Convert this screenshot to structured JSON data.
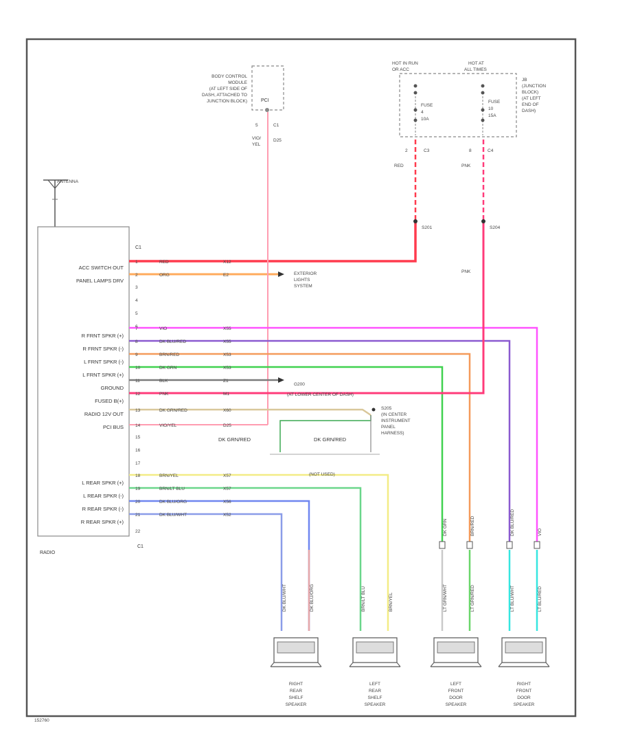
{
  "radio": {
    "label": "RADIO",
    "connector_bottom": "C1",
    "pin_top": "C1",
    "circuits": [
      "ACC SWITCH OUT",
      "PANEL LAMPS DRV",
      "R FRNT SPKR (+)",
      "R FRNT SPKR (-)",
      "L FRNT SPKR (-)",
      "L FRNT SPKR (+)",
      "GROUND",
      "FUSED B(+)",
      "RADIO 12V OUT",
      "PCI BUS",
      "L REAR SPKR (+)",
      "L REAR SPKR (-)",
      "R REAR SPKR (-)",
      "R REAR SPKR (+)"
    ]
  },
  "antenna": {
    "label": "ANTENNA"
  },
  "bcm": {
    "label_lines": [
      "BODY CONTROL",
      "MODULE",
      "(AT LEFT SIDE OF",
      "DASH, ATTACHED TO",
      "JUNCTION BLOCK)"
    ],
    "pin": "PCI",
    "connector": "C1",
    "pin_num": "5",
    "wire_color_lines": [
      "VIO/",
      "YEL"
    ],
    "wire_code": "D25"
  },
  "junction_block": {
    "hot_run_lines": [
      "HOT IN RUN",
      "OR ACC"
    ],
    "hot_all_lines": [
      "HOT AT",
      "ALL TIMES"
    ],
    "label_lines": [
      "JB",
      "(JUNCTION",
      "BLOCK)",
      "(AT LEFT",
      "END OF",
      "DASH)"
    ],
    "fuse1_lines": [
      "FUSE",
      "4",
      "10A"
    ],
    "fuse2_lines": [
      "FUSE",
      "10",
      "15A"
    ],
    "c3_pin": "2",
    "c3": "C3",
    "c3_color": "RED",
    "c4_pin": "8",
    "c4": "C4",
    "c4_color": "PNK"
  },
  "splices": {
    "s201": "S201",
    "s204": "S204",
    "s204_color": "PNK",
    "g200": "G200",
    "g200_loc": "(AT LOWER CENTER OF DASH)",
    "s205_lines": [
      "S205",
      "(IN CENTER",
      "INSTRUMENT",
      "PANEL",
      "HARNESS)"
    ],
    "dk_grn_red_1": "DK GRN/RED",
    "dk_grn_red_2": "DK GRN/RED",
    "not_used": "(NOT USED)"
  },
  "exterior_lights": {
    "label_lines": [
      "EXTERIOR",
      "LIGHTS",
      "SYSTEM"
    ]
  },
  "wires": [
    {
      "pin": "1",
      "color": "RED",
      "code": "X12"
    },
    {
      "pin": "2",
      "color": "ORG",
      "code": "E2"
    },
    {
      "pin": "7",
      "color": "VIO",
      "code": "X55"
    },
    {
      "pin": "8",
      "color": "DK BLU/RED",
      "code": "X55"
    },
    {
      "pin": "9",
      "color": "BRN/RED",
      "code": "X53"
    },
    {
      "pin": "10",
      "color": "DK GRN",
      "code": "X53"
    },
    {
      "pin": "11",
      "color": "BLK",
      "code": "Z1"
    },
    {
      "pin": "12",
      "color": "PNK",
      "code": "M1"
    },
    {
      "pin": "13",
      "color": "DK GRN/RED",
      "code": "X60"
    },
    {
      "pin": "14",
      "color": "VIO/YEL",
      "code": "D25"
    },
    {
      "pin": "18",
      "color": "BRN/YEL",
      "code": "X57"
    },
    {
      "pin": "19",
      "color": "BRN/LT BLU",
      "code": "X57"
    },
    {
      "pin": "20",
      "color": "DK BLU/ORG",
      "code": "X56"
    },
    {
      "pin": "21",
      "color": "DK BLU/WHT",
      "code": "X52"
    }
  ],
  "pin_extra": [
    "3",
    "4",
    "5",
    "6",
    "15",
    "16",
    "17",
    "22"
  ],
  "speaker_wires": {
    "rr_1": "DK BLU/WHT",
    "rr_2": "DK BLU/ORG",
    "lr_1": "BRN/LT BLU",
    "lr_2": "BRN/YEL",
    "lf_1": "DK GRN",
    "lf_2": "BRN/RED",
    "lf_3": "LT GRN/WHT",
    "lf_4": "LT GRN/RED",
    "rf_1": "DK BLU/RED",
    "rf_2": "VIO",
    "rf_3": "LT BLU/WHT",
    "rf_4": "LT BLU/RED"
  },
  "speakers": [
    {
      "lines": [
        "RIGHT",
        "REAR",
        "SHELF",
        "SPEAKER"
      ]
    },
    {
      "lines": [
        "LEFT",
        "REAR",
        "SHELF",
        "SPEAKER"
      ]
    },
    {
      "lines": [
        "LEFT",
        "FRONT",
        "DOOR",
        "SPEAKER"
      ]
    },
    {
      "lines": [
        "RIGHT",
        "FRONT",
        "DOOR",
        "SPEAKER"
      ]
    }
  ],
  "footer_code": "152760",
  "colors": {
    "red": "#ff3b4e",
    "orange": "#ffab5c",
    "violet": "#ff52ff",
    "dk_blu_red": "#8a5ad0",
    "brn_red": "#f49a5a",
    "dk_grn": "#3fd14f",
    "blk": "#7b7b7b",
    "pnk": "#ff3b7a",
    "dk_grn_red": "#d9c79a",
    "vio_yel": "#ff9cb0",
    "brn_yel": "#f3ec85",
    "brn_ltblu": "#6ad68a",
    "dk_blu_org": "#6f86f0",
    "dk_blu_wht": "#8a9ce8",
    "lt_blu": "#35e6e0"
  }
}
